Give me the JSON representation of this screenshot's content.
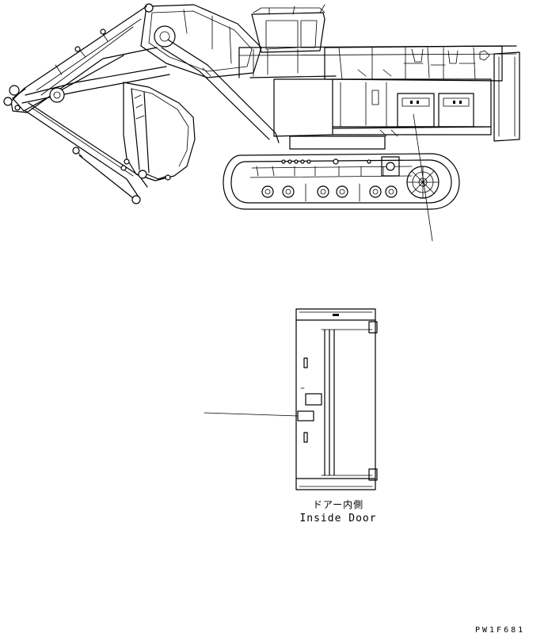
{
  "door_label": {
    "japanese": "ドアー内側",
    "english": "Inside Door"
  },
  "drawing_code": "PW1F681",
  "colors": {
    "line": "#000000",
    "background": "#ffffff"
  }
}
